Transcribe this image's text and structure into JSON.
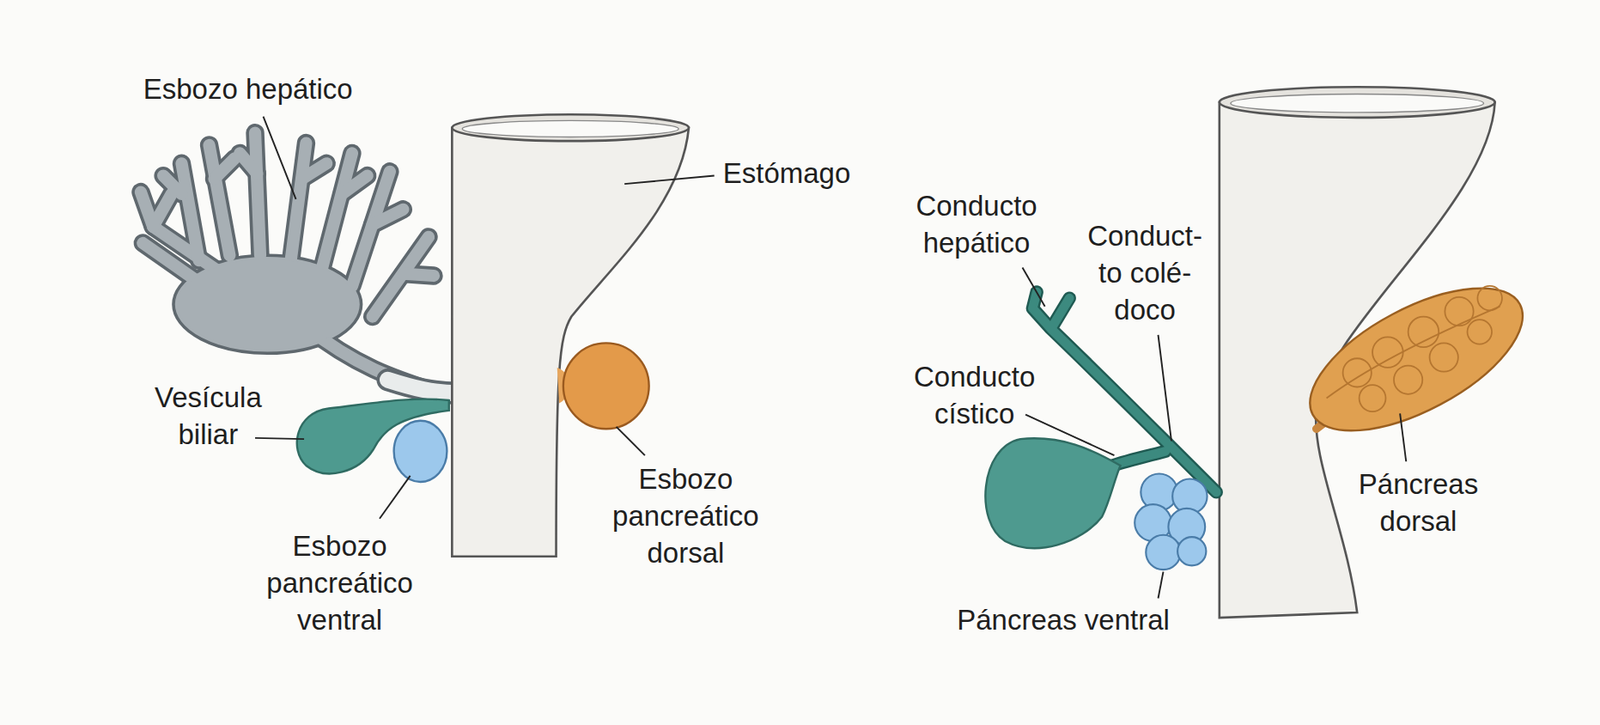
{
  "diagram": {
    "labels": [
      "Esbozo hepático",
      "Estómago",
      "Vesícula biliar",
      "Esbozo pancreático ventral",
      "Esbozo pancreático dorsal",
      "Conducto hepático",
      "Conduct- to colé- doco",
      "Conducto cístico",
      "Páncreas ventral",
      "Páncreas dorsal"
    ]
  }
}
